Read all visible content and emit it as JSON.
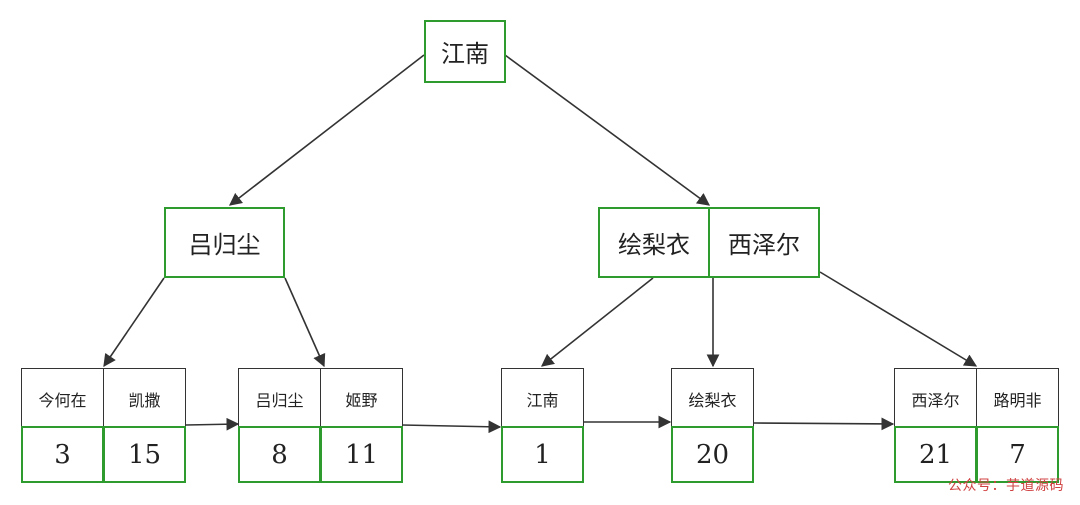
{
  "tree": {
    "root": {
      "key": "江南"
    },
    "internal_left": {
      "keys": [
        "吕归尘"
      ]
    },
    "internal_right": {
      "keys": [
        "绘梨衣",
        "西泽尔"
      ]
    },
    "leaves": [
      {
        "keys": [
          "今何在",
          "凯撒"
        ],
        "values": [
          "3",
          "15"
        ]
      },
      {
        "keys": [
          "吕归尘",
          "姬野"
        ],
        "values": [
          "8",
          "11"
        ]
      },
      {
        "keys": [
          "江南"
        ],
        "values": [
          "1"
        ]
      },
      {
        "keys": [
          "绘梨衣"
        ],
        "values": [
          "20"
        ]
      },
      {
        "keys": [
          "西泽尔",
          "路明非"
        ],
        "values": [
          "21",
          "7"
        ]
      }
    ]
  },
  "colors": {
    "internal_border": "#2e9b2e",
    "key_border": "#333333",
    "edge": "#333333",
    "watermark": "#d04040"
  },
  "watermark": "公众号：芋道源码"
}
